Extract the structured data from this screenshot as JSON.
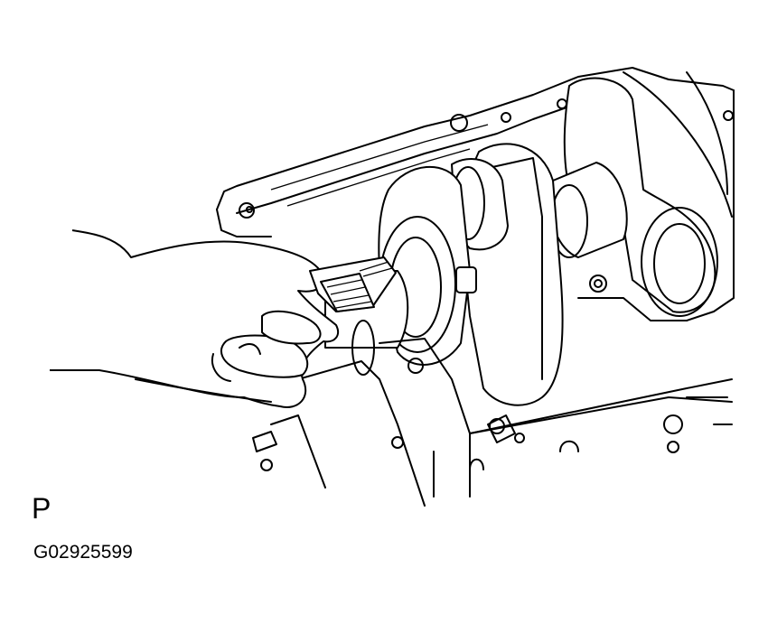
{
  "figure": {
    "view_label": "P",
    "figure_id": "G02925599",
    "line_color": "#000000",
    "background": "#ffffff",
    "subject_icons": [
      "engine-block-illustration",
      "crankshaft-illustration",
      "hand-illustration",
      "plastigage-strip-illustration"
    ]
  }
}
